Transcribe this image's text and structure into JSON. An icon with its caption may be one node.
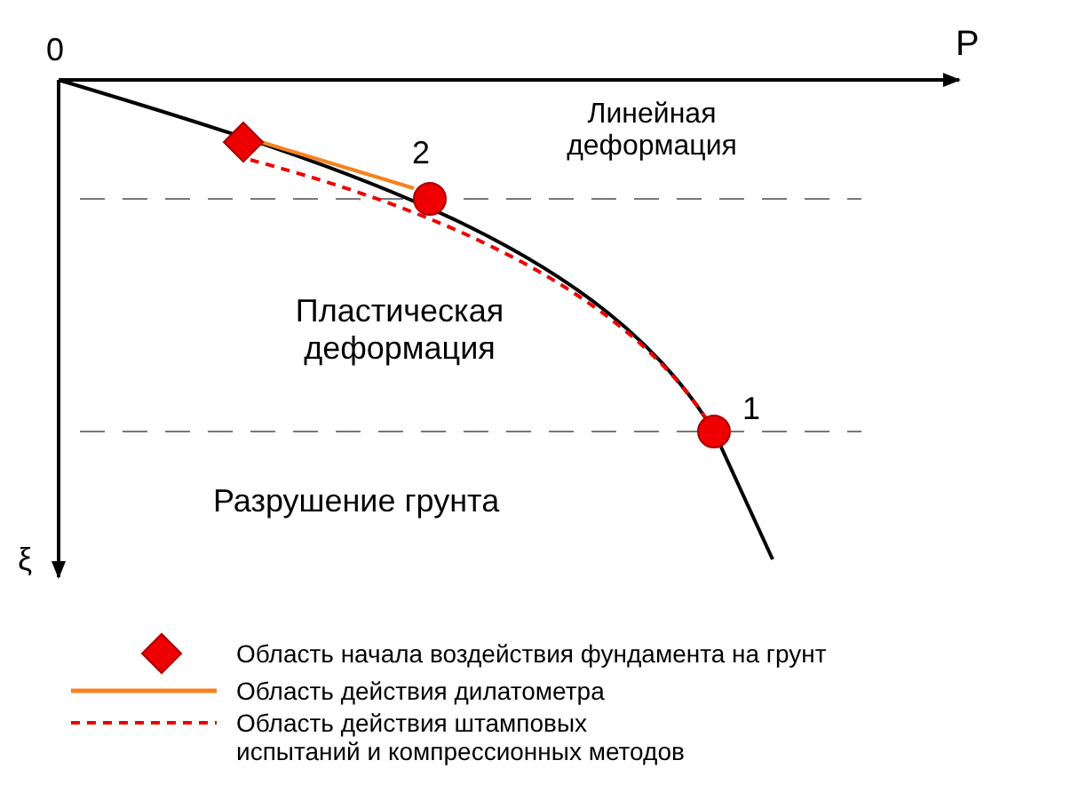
{
  "diagram": {
    "nodes": [
      {
        "text": [],
        "shape": "diamond"
      },
      {
        "text": [],
        "shape": "circle",
        "beside": [
          "2"
        ]
      },
      {
        "text": [],
        "shape": "circle",
        "beside": [
          "1"
        ]
      }
    ],
    "edges": [
      {
        "from": 0,
        "to": 1,
        "arrow": "none",
        "color": "#f5821f"
      },
      {
        "from": 0,
        "to": 2,
        "arrow": "none",
        "style": "dashed",
        "color": "#ee0000"
      }
    ],
    "labels": [
      "0",
      "P",
      "Линейная деформация",
      "Пластическая деформация",
      "Разрушение грунта",
      "ξ"
    ],
    "legend": [
      {
        "text": "Область начала воздействия фундамента на грунт"
      },
      {
        "text": "Область действия дилатометра"
      },
      {
        "text": "Область действия штамповых испытаний и компрессионных методов"
      }
    ]
  }
}
